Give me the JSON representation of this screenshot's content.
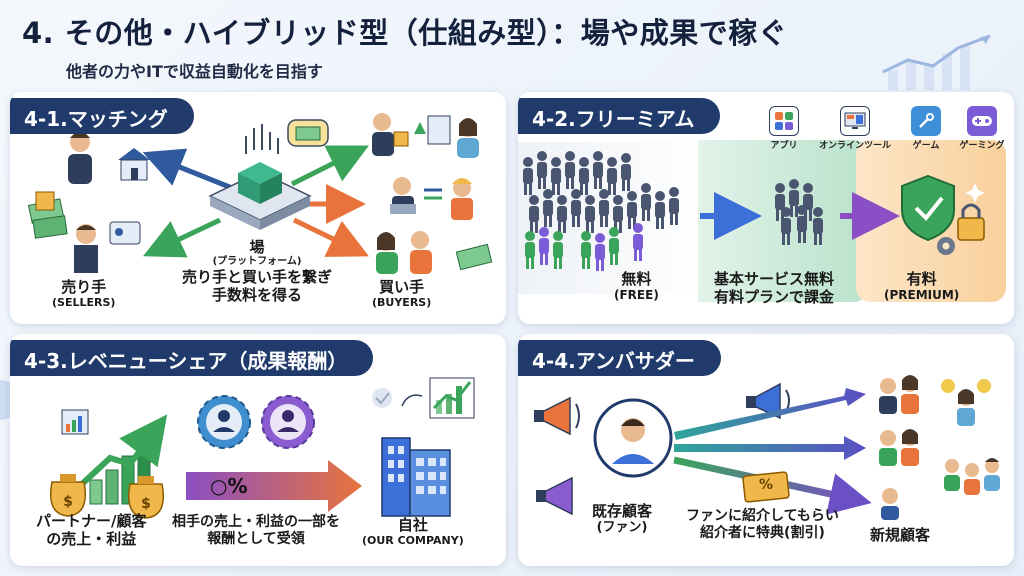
{
  "header": {
    "title": "4. その他・ハイブリッド型（仕組み型）：場や成果で稼ぐ",
    "subtitle": "他者の力やITで収益自動化を目指す"
  },
  "panels": {
    "matching": {
      "tag": "4-1.マッチング",
      "sellers_jp": "売り手",
      "sellers_en": "(SELLERS)",
      "platform_title": "場",
      "platform_sub": "(プラットフォーム)",
      "platform_desc_1": "売り手と買い手を繋ぎ",
      "platform_desc_2": "手数料を得る",
      "buyers_jp": "買い手",
      "buyers_en": "(BUYERS)"
    },
    "freemium": {
      "tag": "4-2.フリーミアム",
      "icons": [
        {
          "name": "app-icon",
          "label": "アプリ",
          "color": "#3d6fd8"
        },
        {
          "name": "online-tool-icon",
          "label": "オンラインツール",
          "color": "#4a5568"
        },
        {
          "name": "game-icon",
          "label": "ゲーム",
          "color": "#3aa55a"
        },
        {
          "name": "gaming-icon",
          "label": "ゲーミング",
          "color": "#7b5cd6"
        }
      ],
      "free_jp": "無料",
      "free_en": "(FREE)",
      "mid_1": "基本サービス無料",
      "mid_2": "有料プランで課金",
      "premium_jp": "有料",
      "premium_en": "(PREMIUM)"
    },
    "revenue_share": {
      "tag": "4-3.レベニューシェア（成果報酬）",
      "partner_1": "パートナー/顧客",
      "partner_2": "の売上・利益",
      "percent": "○%",
      "desc_1": "相手の売上・利益の一部を",
      "desc_2": "報酬として受領",
      "company_jp": "自社",
      "company_en": "(OUR COMPANY)"
    },
    "ambassador": {
      "tag": "4-4.アンバサダー",
      "fan_1": "既存顧客",
      "fan_2": "(ファン)",
      "intro_1": "ファンに紹介してもらい",
      "intro_2": "紹介者に特典(割引)",
      "coupon": "%",
      "new_customer": "新規顧客"
    }
  },
  "colors": {
    "navy": "#1f3a6b",
    "accent_green": "#3aa55a",
    "accent_orange": "#e8743b",
    "accent_purple": "#7b4fc4",
    "accent_blue": "#3d6fd8"
  }
}
